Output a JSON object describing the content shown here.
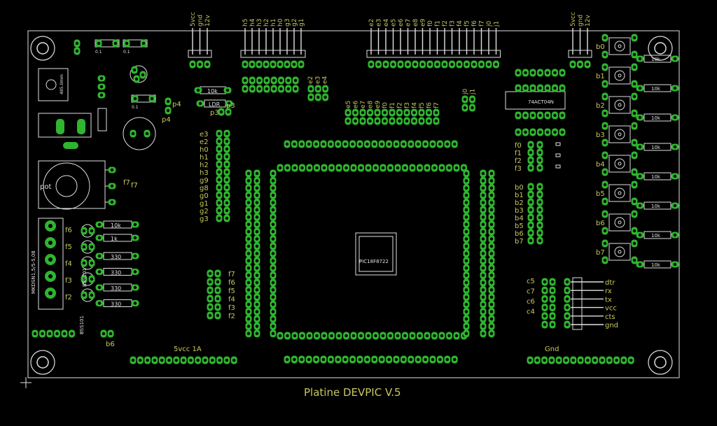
{
  "board": {
    "title": "Platine DEVPIC V.5",
    "mcu_label": "PIC18F8722",
    "inverter_label": "74ACT04N",
    "pot_label": "pot",
    "ldr_label": "LDR",
    "regulator_label": "485.0mm",
    "terminal_label": "MKDSN1,5/5-5,08",
    "header_5v_label": "5vcc 1A",
    "header_gnd_label": "Gnd",
    "cap_label": "0.1"
  },
  "power_header_left": [
    "5vcc",
    "gnd",
    "12v"
  ],
  "power_header_right": [
    "5vcc",
    "gnd",
    "12v"
  ],
  "top_header_a": [
    "h5",
    "h4",
    "h3",
    "h2",
    "h1",
    "h0",
    "g3",
    "g2",
    "g1"
  ],
  "top_header_b": [
    "e2",
    "e3",
    "e4",
    "e5",
    "e6",
    "e7",
    "e8",
    "e9",
    "f0",
    "f1",
    "f2",
    "f3",
    "f4",
    "f5",
    "f6",
    "f7",
    "j0",
    "j1"
  ],
  "small_header_labels": [
    "e2",
    "e3",
    "e4"
  ],
  "row_labels": [
    "e5",
    "e6",
    "e7",
    "e8",
    "e9",
    "f0",
    "f1",
    "f2",
    "f3",
    "f4",
    "f5",
    "f6",
    "f7"
  ],
  "left_col_labels": [
    "e3",
    "e2",
    "h0",
    "h1",
    "h2",
    "h3",
    "g9",
    "g8",
    "g0",
    "g1",
    "g2",
    "g3"
  ],
  "pot_side_labels": [
    "f7",
    "f7"
  ],
  "port_labels_left": [
    "f6",
    "f5",
    "f4",
    "f3",
    "f2"
  ],
  "resistor_values_left": [
    "10k",
    "1k",
    "330",
    "330",
    "330",
    "330"
  ],
  "transistor_labels": [
    "BSS101",
    "BSS101"
  ],
  "b6_label": "b6",
  "mid_col_labels": [
    "f7",
    "f6",
    "f5",
    "f4",
    "f3",
    "f2"
  ],
  "j_labels": [
    "j0",
    "j1"
  ],
  "ry_col_labels": [
    "f0",
    "f1",
    "f2",
    "f3"
  ],
  "b_col_labels": [
    "b0",
    "b1",
    "b2",
    "b3",
    "b4",
    "b5",
    "b6",
    "b7"
  ],
  "c_col_labels": [
    "c5",
    "c7",
    "c6",
    "c4"
  ],
  "serial_labels": [
    "dtr",
    "rx",
    "tx",
    "vcc",
    "cts",
    "gnd"
  ],
  "button_labels": [
    "b0",
    "b1",
    "b2",
    "b3",
    "b4",
    "b5",
    "b6",
    "b7"
  ],
  "button_resistor_value": "10k",
  "misc_labels": [
    "p4",
    "p4",
    "p3",
    "p3"
  ]
}
